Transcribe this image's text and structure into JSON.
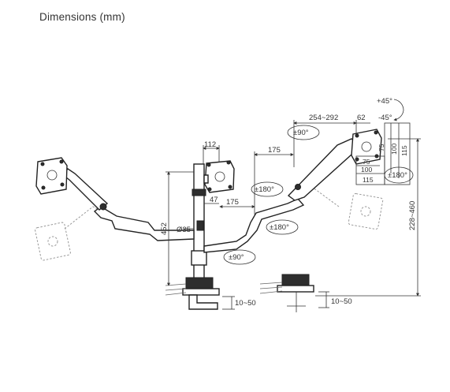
{
  "title": "Dimensions (mm)",
  "dimensions": {
    "vesa_center": "112",
    "arm_segment": "175",
    "offset": "47",
    "arm_segment_lower": "175",
    "pole_height": "452",
    "pole_diameter": "Ø35",
    "right_reach": "254~292",
    "vesa_offset": "62",
    "height_range": "228~460",
    "vesa_75_v": "75",
    "vesa_100_v": "100",
    "vesa_115_v": "115",
    "vesa_75_h": "75",
    "vesa_100_h": "100",
    "vesa_115_h": "115",
    "clamp_left": "10~50",
    "clamp_right": "10~50"
  },
  "rotations": {
    "tilt_up": "+45°",
    "tilt_down": "-45°",
    "swivel_top": "±90°",
    "rotate_right": "±180°",
    "rotate_mid": "±180°",
    "rotate_lower": "±180°",
    "swivel_base": "±90°"
  }
}
